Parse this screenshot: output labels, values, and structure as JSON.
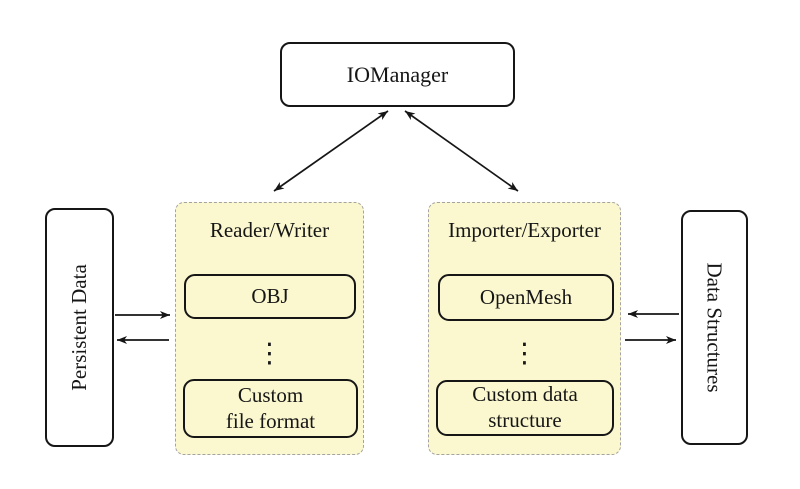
{
  "colors": {
    "background": "#ffffff",
    "group_fill": "#fbf8cf",
    "group_border": "#a3a3a3",
    "node_border": "#161616",
    "node_fill": "#ffffff",
    "text": "#161616",
    "arrow": "#161616"
  },
  "nodes": {
    "io_manager": {
      "label": "IOManager"
    },
    "persistent_data": {
      "label": "Persistent Data"
    },
    "data_structures": {
      "label": "Data Structures"
    }
  },
  "groups": {
    "reader_writer": {
      "title": "Reader/Writer",
      "items": [
        "OBJ",
        "Custom\nfile format"
      ],
      "ellipsis": "⋮"
    },
    "importer_exporter": {
      "title": "Importer/Exporter",
      "items": [
        "OpenMesh",
        "Custom data\nstructure"
      ],
      "ellipsis": "⋮"
    }
  },
  "arrows": [
    {
      "name": "iomanager-readerwriter",
      "direction": "double"
    },
    {
      "name": "iomanager-importerexporter",
      "direction": "double"
    },
    {
      "name": "persistentdata-to-readerwriter",
      "direction": "right"
    },
    {
      "name": "readerwriter-to-persistentdata",
      "direction": "left"
    },
    {
      "name": "datastructures-to-importerexporter",
      "direction": "left"
    },
    {
      "name": "importerexporter-to-datastructures",
      "direction": "right"
    }
  ]
}
